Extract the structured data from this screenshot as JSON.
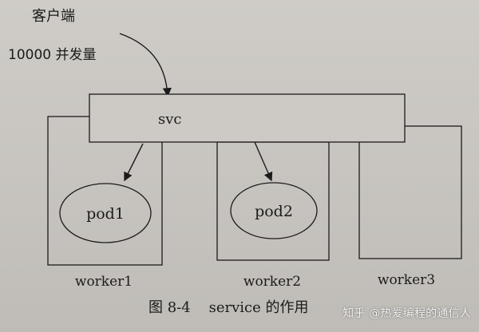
{
  "client": {
    "label": "客户端",
    "concurrency": "10000 并发量"
  },
  "service": {
    "label": "svc"
  },
  "workers": [
    {
      "label": "worker1",
      "pod": "pod1"
    },
    {
      "label": "worker2",
      "pod": "pod2"
    },
    {
      "label": "worker3",
      "pod": ""
    }
  ],
  "caption": "图 8-4    service 的作用",
  "watermark": "知乎 @热爱编程的通信人",
  "colors": {
    "line": "#1b1b1b",
    "background": "#c9c6c1"
  }
}
